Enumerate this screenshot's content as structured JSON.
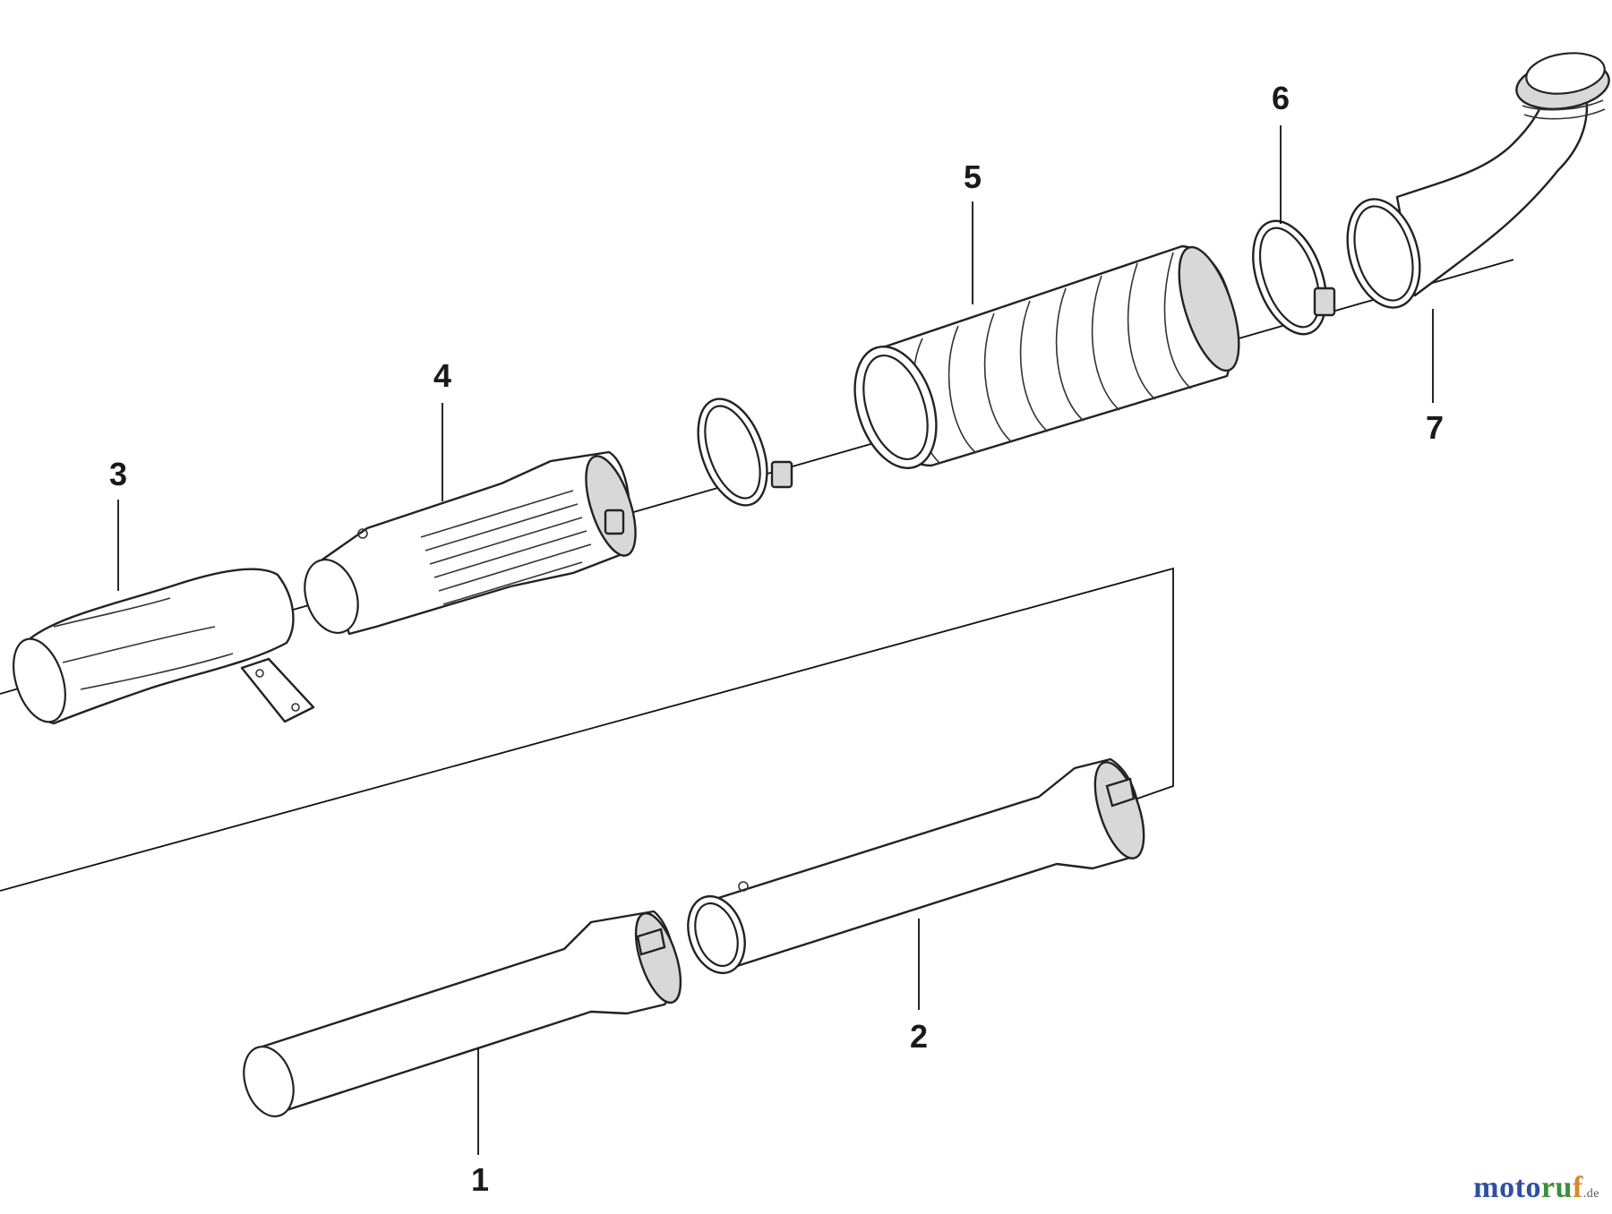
{
  "diagram": {
    "part_numbers": [
      "1",
      "2",
      "3",
      "4",
      "5",
      "6",
      "7"
    ]
  },
  "watermark": {
    "text": "motoruf.de"
  }
}
